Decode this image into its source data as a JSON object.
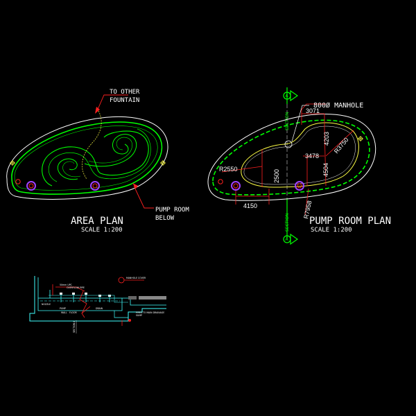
{
  "area_plan": {
    "title": "AREA PLAN",
    "scale": "SCALE 1:200",
    "note_fountain_line1": "TO OTHER",
    "note_fountain_line2": "FOUNTAIN",
    "note_pump_line1": "PUMP ROOM",
    "note_pump_line2": "BELOW"
  },
  "pump_room_plan": {
    "title": "PUMP ROOM PLAN",
    "scale": "SCALE 1:200",
    "manhole_note": "800Ø MANHOLE",
    "section_label": "SECTION",
    "section_marker": "A",
    "dimensions": {
      "d3071": "3071",
      "d4203": "4203",
      "d3478": "3478",
      "r3750": "R3750",
      "r2550": "R2550",
      "d2500": "2500",
      "d4504": "4504",
      "d4150": "4150",
      "r7958": "R7958"
    }
  },
  "section_detail": {
    "labels": {
      "pipe_top": "50mm UPC",
      "pipe_top_2": "OVERFLOW PIPE",
      "nozzle": "NOZZLE",
      "drain": "DRAIN",
      "pump": "PUMP",
      "to_drain_1": "PIPES TO MAIN DRAINAGE",
      "to_drain_2": "SUMP",
      "manhole": "MANHOLE COVER",
      "wall": "WALL",
      "floor": "FLOOR",
      "section_id": "SECTION A"
    }
  },
  "colors": {
    "pool_green": "#00ff00",
    "outline_white": "#ffffff",
    "dim_red": "#ff2020",
    "pump_yellow": "#ffff44",
    "pump_purple": "#a040ff",
    "section_cyan": "#40ffff"
  }
}
